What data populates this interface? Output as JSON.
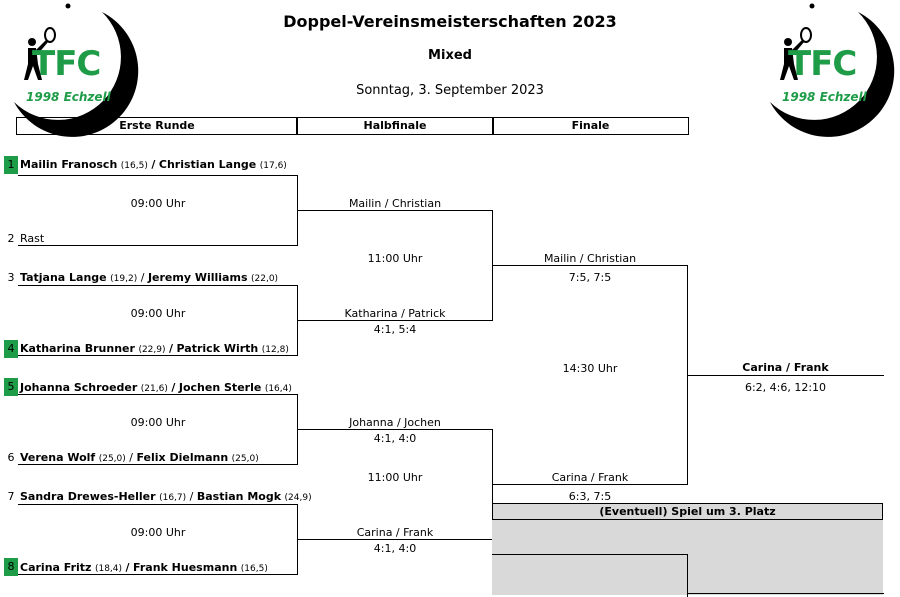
{
  "header": {
    "title": "Doppel-Vereinsmeisterschaften 2023",
    "subtitle": "Mixed",
    "date": "Sonntag, 3. September 2023"
  },
  "logo": {
    "text": "TFC",
    "year_place": "1998 Echzell",
    "icon": "tennis-player-icon"
  },
  "columns": {
    "round1": "Erste Runde",
    "semi": "Halbfinale",
    "final": "Finale"
  },
  "round1": [
    {
      "seed": "1",
      "p1": "Mailin Franosch",
      "r1": "(16,5)",
      "sep": "/",
      "p2": "Christian Lange",
      "r2": "(17,6)"
    },
    {
      "seed": "2",
      "p1": "Rast",
      "r1": "",
      "sep": "",
      "p2": "",
      "r2": ""
    },
    {
      "seed": "3",
      "p1": "Tatjana Lange",
      "r1": "(19,2)",
      "sep": "/",
      "p2": "Jeremy Williams",
      "r2": "(22,0)"
    },
    {
      "seed": "4",
      "p1": "Katharina Brunner",
      "r1": "(22,9)",
      "sep": "/",
      "p2": "Patrick Wirth",
      "r2": "(12,8)"
    },
    {
      "seed": "5",
      "p1": "Johanna Schroeder",
      "r1": "(21,6)",
      "sep": "/",
      "p2": "Jochen Sterle",
      "r2": "(16,4)"
    },
    {
      "seed": "6",
      "p1": "Verena Wolf",
      "r1": "(25,0)",
      "sep": "/",
      "p2": "Felix Dielmann",
      "r2": "(25,0)"
    },
    {
      "seed": "7",
      "p1": "Sandra Drewes-Heller",
      "r1": "(16,7)",
      "sep": "/",
      "p2": "Bastian Mogk",
      "r2": "(24,9)"
    },
    {
      "seed": "8",
      "p1": "Carina Fritz",
      "r1": "(18,4)",
      "sep": "/",
      "p2": "Frank Huesmann",
      "r2": "(16,5)"
    }
  ],
  "times": {
    "r1": "09:00 Uhr",
    "semi": "11:00 Uhr",
    "final": "14:30 Uhr"
  },
  "semis": [
    {
      "team": "Mailin / Christian",
      "score": ""
    },
    {
      "team": "Katharina / Patrick",
      "score": "4:1, 5:4"
    },
    {
      "team": "Johanna / Jochen",
      "score": "4:1, 4:0"
    },
    {
      "team": "Carina / Frank",
      "score": "4:1, 4:0"
    }
  ],
  "finalists": [
    {
      "team": "Mailin / Christian",
      "score": "7:5, 7:5"
    },
    {
      "team": "Carina / Frank",
      "score": "6:3, 7:5"
    }
  ],
  "winner": {
    "team": "Carina / Frank",
    "score": "6:2, 4:6, 12:10"
  },
  "third_place": {
    "label": "(Eventuell) Spiel um 3. Platz"
  },
  "colors": {
    "green": "#1e9c48",
    "gray": "#d9d9d9"
  }
}
